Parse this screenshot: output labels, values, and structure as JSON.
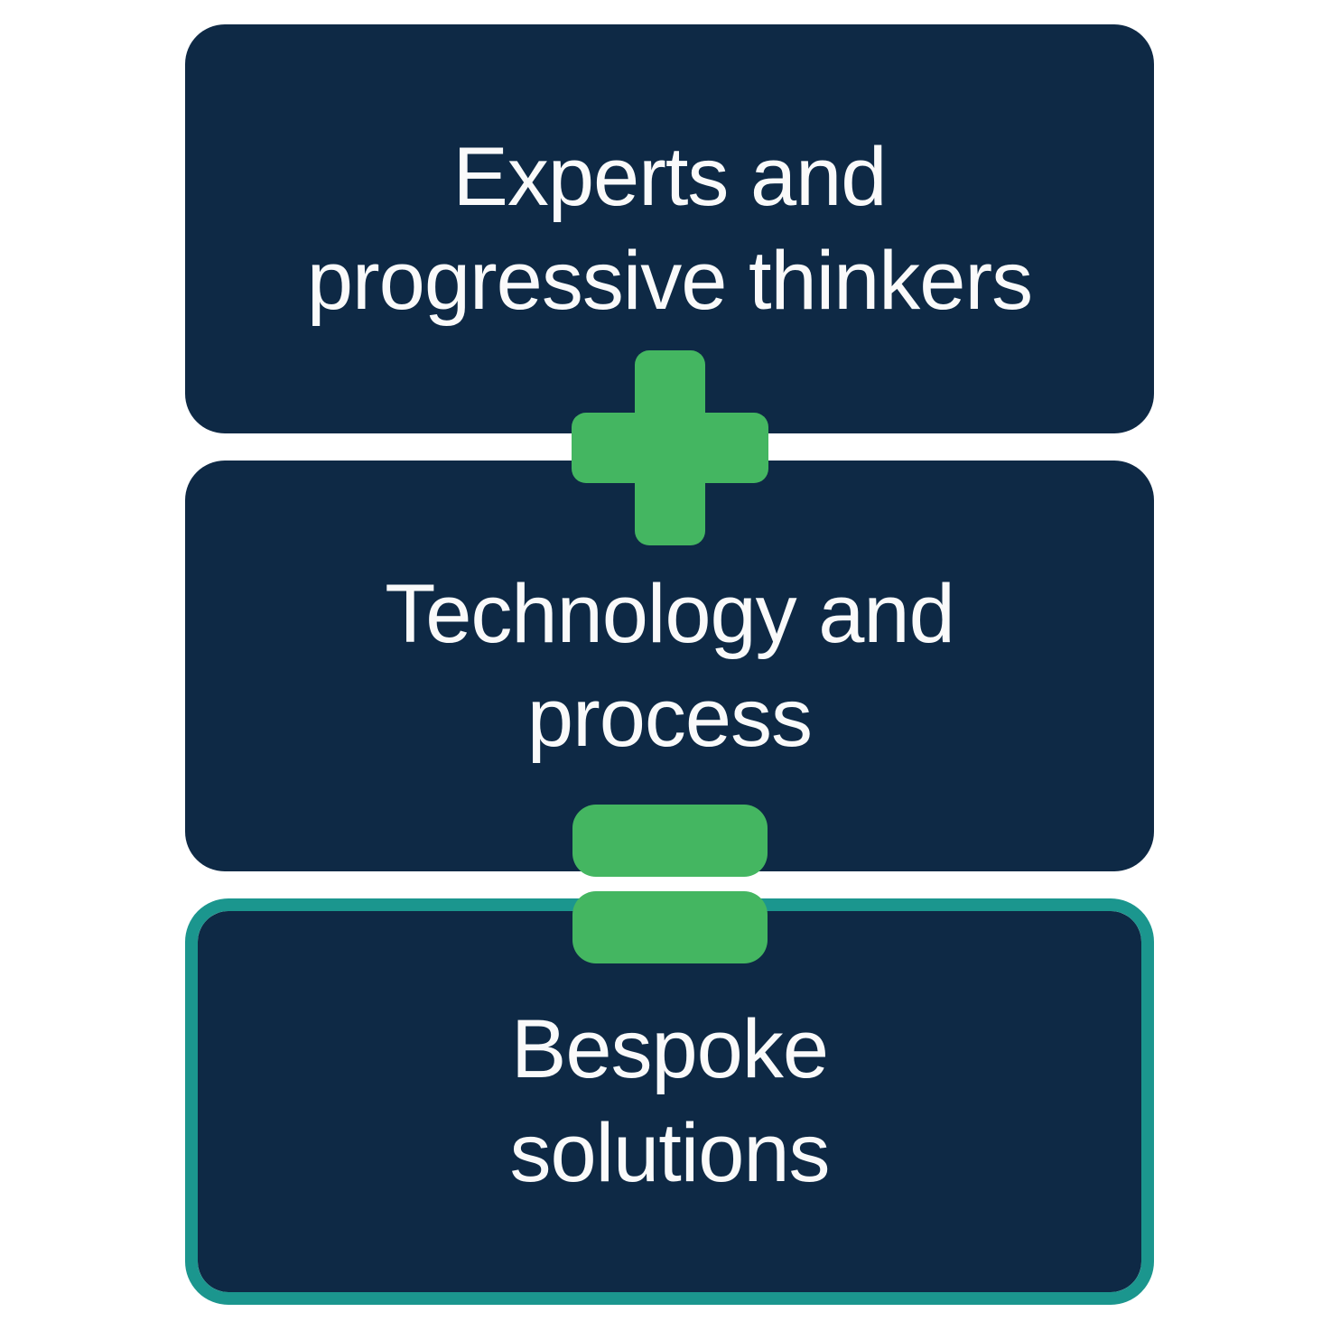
{
  "diagram": {
    "boxes": [
      {
        "label": "Experts and progressive thinkers",
        "lines": [
          "Experts and",
          "progressive thinkers"
        ],
        "highlighted": false
      },
      {
        "label": "Technology and process",
        "lines": [
          "Technology and",
          "process"
        ],
        "highlighted": false
      },
      {
        "label": "Bespoke solutions",
        "lines": [
          "Bespoke",
          "solutions"
        ],
        "highlighted": true
      }
    ],
    "operators": [
      {
        "type": "plus"
      },
      {
        "type": "equals"
      }
    ]
  },
  "colors": {
    "box-fill": "#0e2945",
    "accent-green": "#44b661",
    "highlight-border": "#1b968e",
    "text": "#fafafa",
    "background": "#ffffff"
  }
}
